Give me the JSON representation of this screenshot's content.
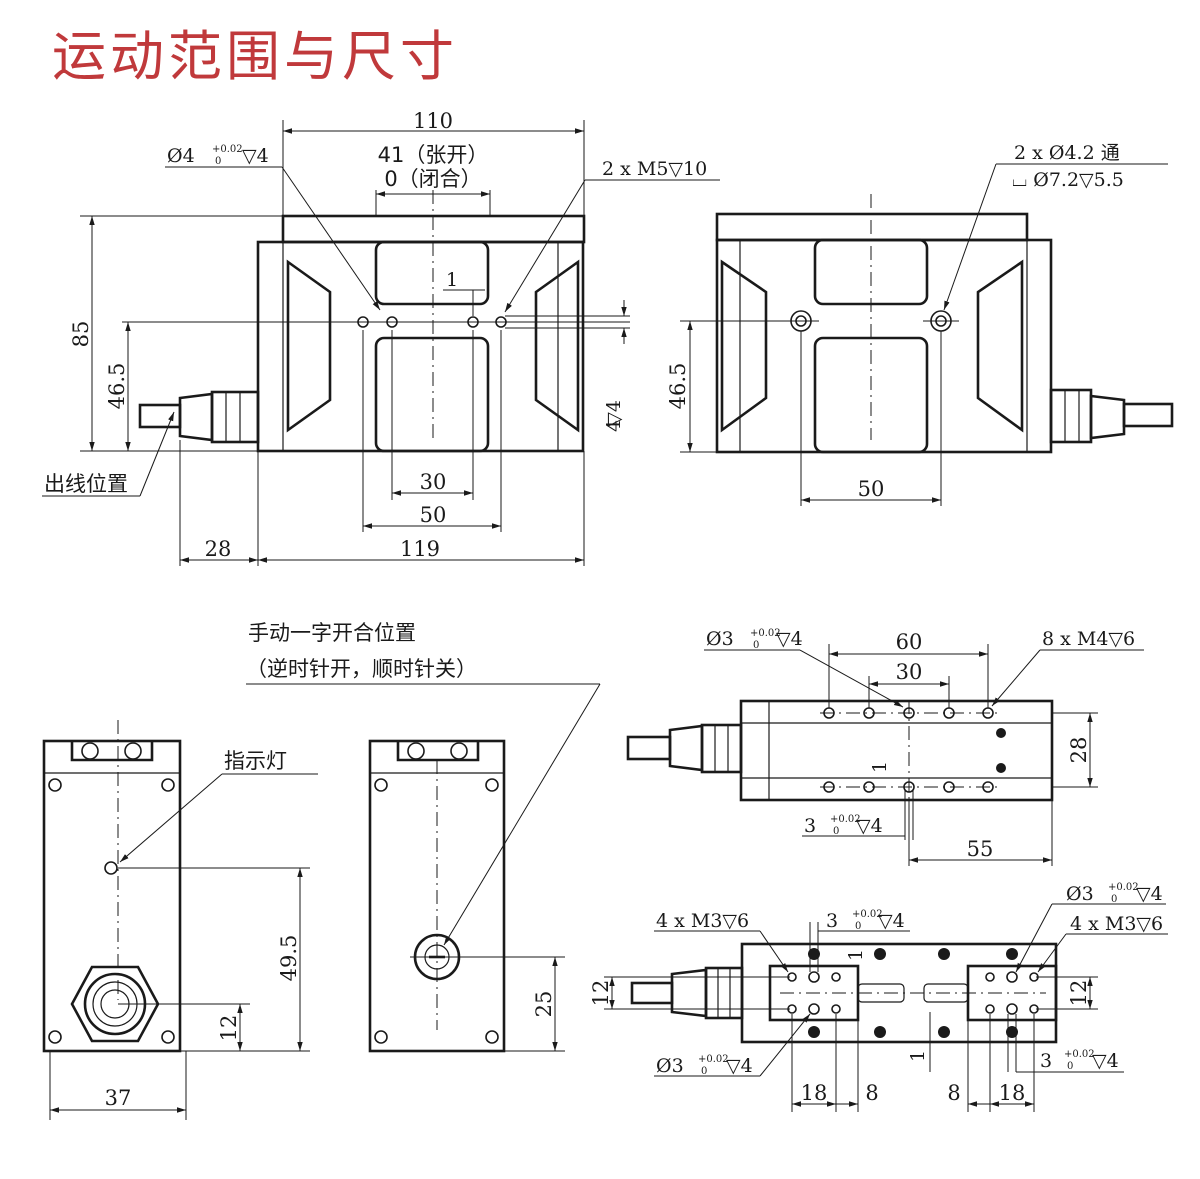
{
  "title": "运动范围与尺寸",
  "colors": {
    "title": "#c0393b",
    "ink": "#1a1a1a"
  },
  "front_view": {
    "dim_width_top": "110",
    "stroke_open": "41（张开）",
    "stroke_closed": "0（闭合）",
    "hole_spec": "Ø4",
    "hole_tol_upper": "+0.02",
    "hole_tol_lower": "0",
    "hole_depth": "▽4",
    "thread_spec": "2 x M5▽10",
    "dim_height": "85",
    "dim_hole_height": "46.5",
    "dim_offset": "1",
    "dim_30": "30",
    "dim_50": "50",
    "dim_28": "28",
    "dim_119": "119",
    "side_hole_spec": "4",
    "side_hole_depth": "▽4",
    "cable_label": "出线位置"
  },
  "side_view": {
    "through_spec": "2 x Ø4.2 通",
    "counterbore_spec": "⌴ Ø7.2▽5.5",
    "dim_hole_height": "46.5",
    "dim_50": "50"
  },
  "bottom_left_view": {
    "manual_label": "手动一字开合位置",
    "manual_note": "（逆时针开，顺时针关）",
    "indicator_label": "指示灯",
    "dim_49_5": "49.5",
    "dim_12": "12",
    "dim_37": "37",
    "dim_25": "25"
  },
  "top_view": {
    "pin_hole_spec": "Ø3",
    "tol_upper": "+0.02",
    "tol_lower": "0",
    "pin_depth": "▽4",
    "dim_60": "60",
    "dim_30": "30",
    "thread_spec": "8 x M4▽6",
    "dim_28": "28",
    "dim_1": "1",
    "pin_hole_spec_2": "3",
    "dim_55": "55"
  },
  "jaw_view": {
    "left_thread": "4 x M3▽6",
    "top_pin": "3",
    "top_pin_depth": "▽4",
    "right_pin": "Ø3",
    "right_pin_depth": "▽4",
    "right_thread": "4 x M3▽6",
    "bottom_pin": "Ø3",
    "bottom_pin_depth": "▽4",
    "right_pin_2": "3",
    "right_pin_2_depth": "▽4",
    "dim_12_left": "12",
    "dim_12_right": "12",
    "dim_1_top": "1",
    "dim_1_bottom": "1",
    "dim_18_left": "18",
    "dim_8_left": "8",
    "dim_8_right": "8",
    "dim_18_right": "18"
  }
}
